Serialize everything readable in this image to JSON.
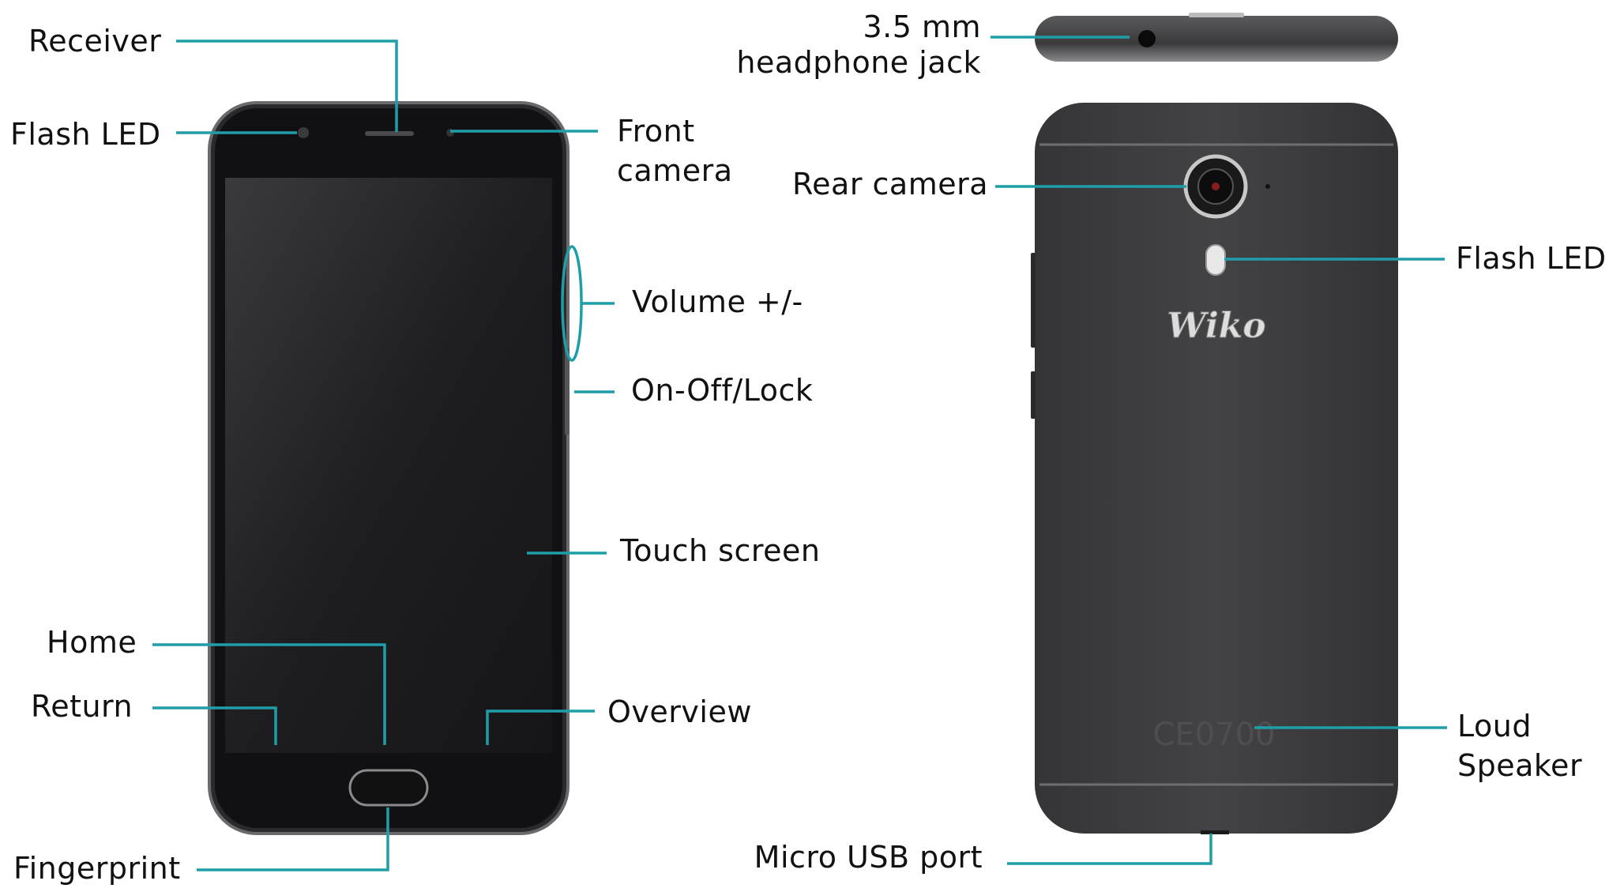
{
  "colors": {
    "callout": "#1f9ea8",
    "body": "#3b3b3d",
    "screen": "#1c1c1e",
    "text": "#111111"
  },
  "brand": "Wiko",
  "marking": "CE0700",
  "front": {
    "receiver": "Receiver",
    "flash_led": "Flash LED",
    "front_camera": [
      "Front",
      "camera"
    ],
    "volume": "Volume +/-",
    "power": "On-Off/Lock",
    "touch_screen": "Touch screen",
    "home": "Home",
    "return": "Return",
    "overview": "Overview",
    "fingerprint": "Fingerprint"
  },
  "back": {
    "headphone_jack": [
      "3.5 mm",
      "headphone jack"
    ],
    "rear_camera": "Rear camera",
    "flash_led": "Flash LED",
    "loud_speaker": [
      "Loud",
      "Speaker"
    ],
    "micro_usb": "Micro USB port"
  }
}
